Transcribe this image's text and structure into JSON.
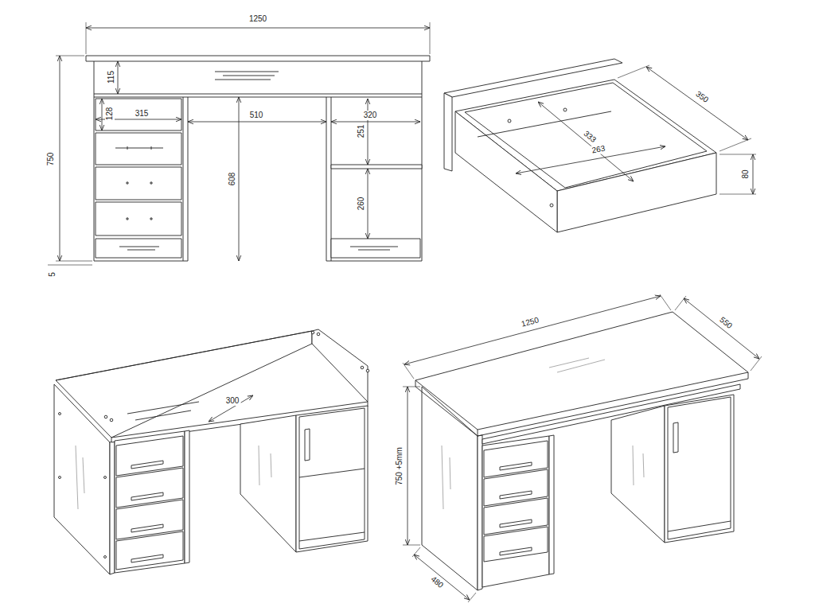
{
  "diagram": {
    "labels": [
      "1250",
      "115",
      "128",
      "315",
      "510",
      "320",
      "251",
      "750",
      "608",
      "260",
      "5",
      "350",
      "333",
      "263",
      "80",
      "300",
      "1250",
      "550",
      "750 +5mm",
      "480"
    ]
  }
}
